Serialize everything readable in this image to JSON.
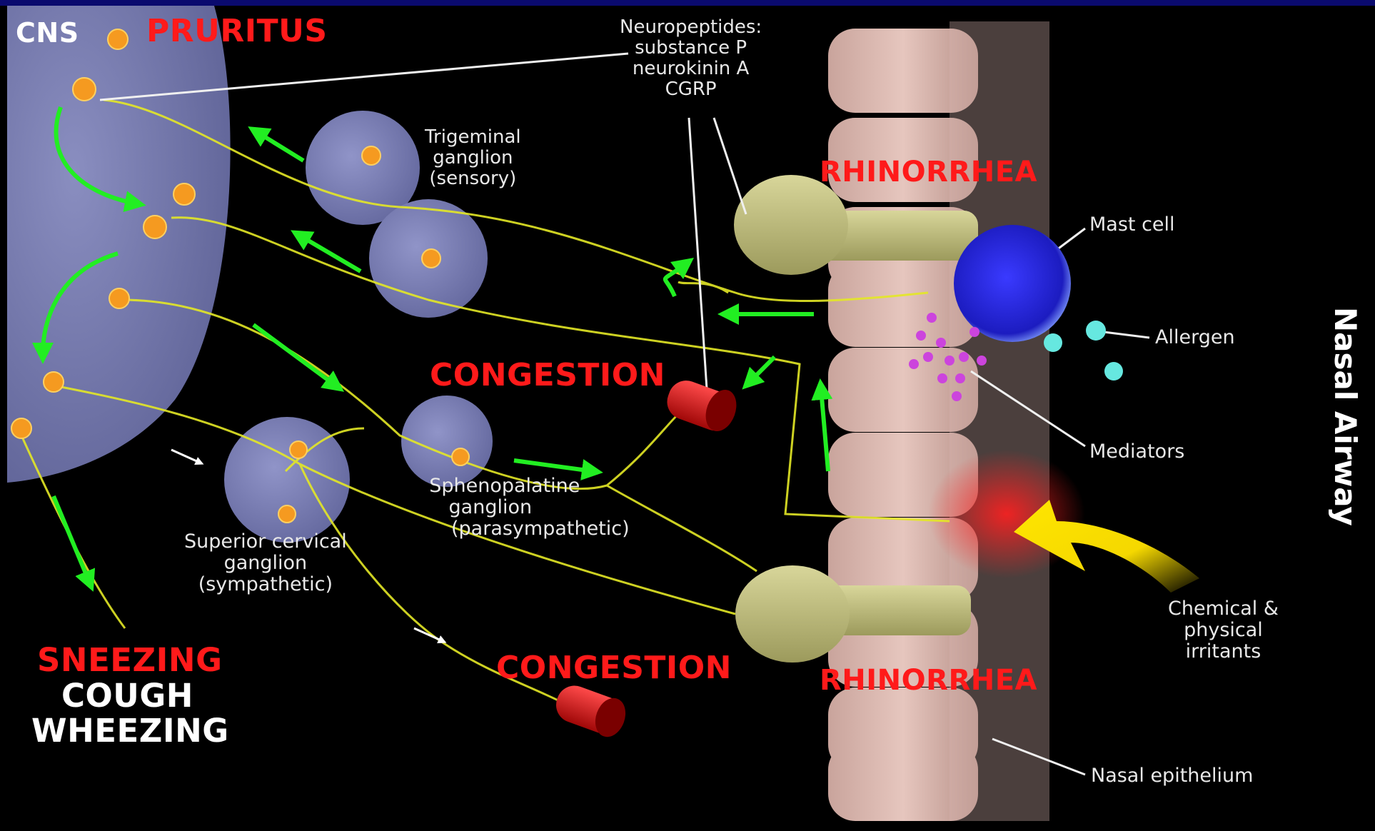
{
  "labels": {
    "cns": "CNS",
    "pruritus": "PRURITUS",
    "neuropeptides": [
      "Neuropeptides:",
      "substance P",
      "neurokinin A",
      "CGRP"
    ],
    "trigeminal": [
      "Trigeminal",
      "ganglion",
      "(sensory)"
    ],
    "rhinorrhea_top": "RHINORRHEA",
    "mast_cell": "Mast cell",
    "allergen": "Allergen",
    "nasal_airway": "Nasal Airway",
    "congestion_mid": "CONGESTION",
    "mediators": "Mediators",
    "sphenopalatine": [
      "Sphenopalatine",
      "ganglion",
      "(parasympathetic)"
    ],
    "superior_cervical": [
      "Superior cervical",
      "ganglion",
      "(sympathetic)"
    ],
    "chemical": [
      "Chemical &",
      "physical",
      "irritants"
    ],
    "congestion_low": "CONGESTION",
    "rhinorrhea_bottom": "RHINORRHEA",
    "sneezing": "SNEEZING",
    "cough": "COUGH",
    "wheezing": "WHEEZING",
    "nasal_epithelium": "Nasal epithelium"
  },
  "colors": {
    "background": "#000000",
    "header_bar": "#0a0a6e",
    "cns_disc": "#7b7fae",
    "nerve": "#e4e826",
    "arrow": "#22ee22",
    "symptom_red": "#ff1a1a",
    "mast_cell": "#2a2ad8",
    "allergen": "#66e8e0",
    "mediator": "#cc44dd",
    "vessel": "#e01818",
    "epithelium": "#d9b8b0",
    "irritant_arrow": "#f5d800"
  }
}
